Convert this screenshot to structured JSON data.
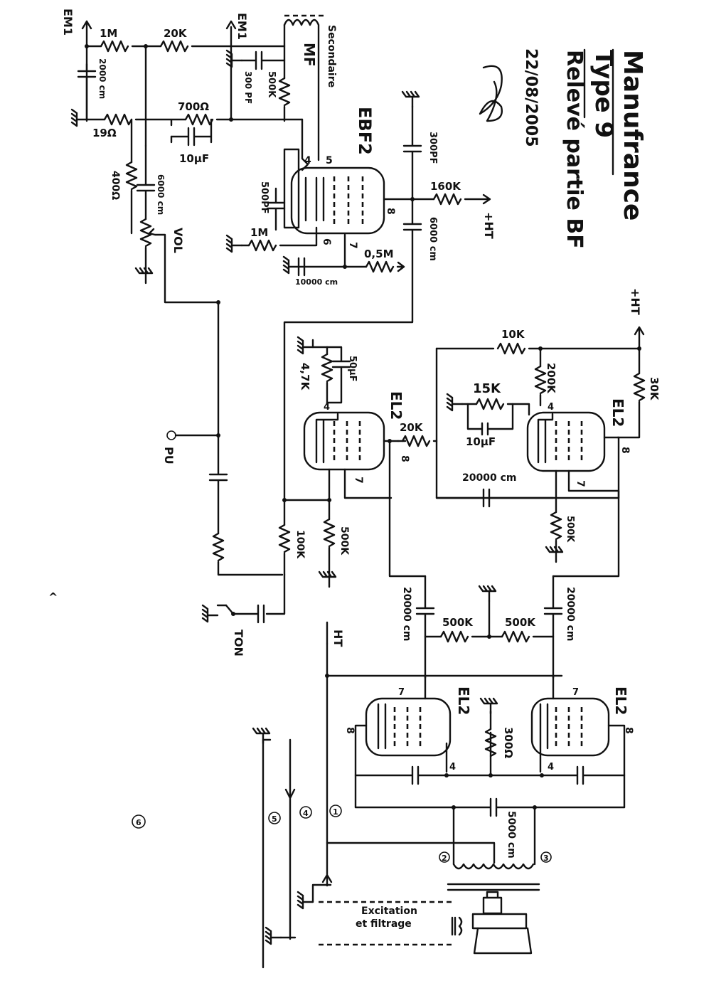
{
  "title": {
    "brand": "Manufrance",
    "model": "Type 9",
    "subtitle": "Relevé partie BF",
    "date": "22/08/2005"
  },
  "labels": {
    "em1": "EM1",
    "em1_b": "EM1",
    "mf_coil": "MF",
    "secondaire": "Secondaire",
    "ebf2": "EBF2",
    "vol": "VOL",
    "pu": "PU",
    "ton": "TON",
    "ht_top": "+HT",
    "ht_mid": "+HT",
    "ht_bottom": "HT",
    "excitation": "Excitation et filtrage",
    "tube_el2_driver_a": "EL2",
    "tube_el2_driver_b": "EL2",
    "tube_el2_out_a": "EL2",
    "tube_el2_out_b": "EL2"
  },
  "components": {
    "r_1m_top": "1M",
    "r_20k_top": "20K",
    "c_2000": "2000 cm",
    "c_300pf": "300 PF",
    "r_500k_mf": "500K",
    "r_700": "700Ω",
    "c_10uf": "10µF",
    "r_19": "19Ω",
    "r_400": "400Ω",
    "c_6000_vol": "6000 cm",
    "c_500pf": "500PF",
    "r_1m_grid": "1M",
    "c_10000": "10000 cm",
    "r_05m": "0,5M",
    "c_300pf_b": "300PF",
    "r_160k": "160K",
    "c_6000": "6000 cm",
    "r_47k": "4,7K",
    "c_50uf": "50µF",
    "r_20k_mid": "20K",
    "r_10k": "10K",
    "r_30k": "30K",
    "r_15k": "15K",
    "r_200k": "200K",
    "c_10uf_b": "10µF",
    "c_20000_mid": "20000 cm",
    "r_500k_right": "500K",
    "r_100k": "100K",
    "r_500k_left": "500K",
    "c_20000_l": "20000 cm",
    "c_20000_r": "20000 cm",
    "r_500k_a": "500K",
    "r_500k_b": "500K",
    "r_300": "300Ω",
    "c_5000": "5000 cm"
  },
  "pins": {
    "p4": "4",
    "p5": "5",
    "p6": "6",
    "p7": "7",
    "p8": "8"
  },
  "circled_numbers": [
    "1",
    "2",
    "3",
    "4",
    "5",
    "6"
  ]
}
